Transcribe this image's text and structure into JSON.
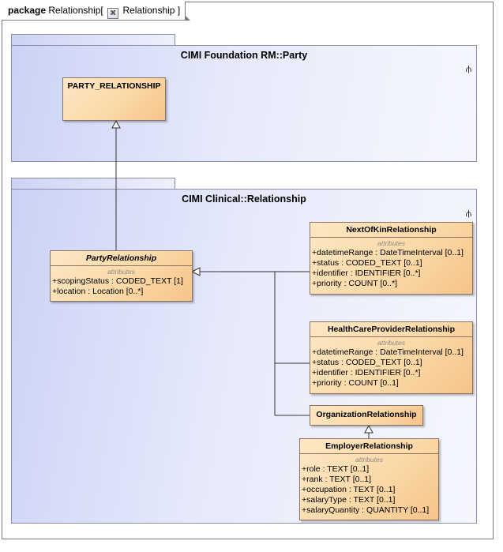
{
  "diagram": {
    "frame_keyword": "package",
    "frame_name": "Relationship[",
    "frame_ref": "Relationship",
    "frame_close": "]"
  },
  "packages": [
    {
      "id": "party",
      "title": "CIMI Foundation RM::Party",
      "icon": "package-structure-icon"
    },
    {
      "id": "clinical",
      "title": "CIMI Clinical::Relationship",
      "icon": "package-structure-icon"
    }
  ],
  "classes": [
    {
      "id": "party_relationship",
      "name": "PARTY_RELATIONSHIP",
      "abstract": false,
      "attributes": []
    },
    {
      "id": "party_rel",
      "name": "PartyRelationship",
      "abstract": true,
      "attributes_label": "attributes",
      "attributes": [
        {
          "vis": "+",
          "name": "scopingStatus",
          "type": "CODED_TEXT [1]"
        },
        {
          "vis": "+",
          "name": "location",
          "type": "Location [0..*]"
        }
      ]
    },
    {
      "id": "next_of_kin",
      "name": "NextOfKinRelationship",
      "abstract": false,
      "attributes_label": "attributes",
      "attributes": [
        {
          "vis": "+",
          "name": "datetimeRange",
          "type": "DateTimeInterval [0..1]"
        },
        {
          "vis": "+",
          "name": "status",
          "type": "CODED_TEXT [0..1]"
        },
        {
          "vis": "+",
          "name": "identifier",
          "type": "IDENTIFIER [0..*]"
        },
        {
          "vis": "+",
          "name": "priority",
          "type": "COUNT [0..*]"
        }
      ]
    },
    {
      "id": "health_care",
      "name": "HealthCareProviderRelationship",
      "abstract": false,
      "attributes_label": "attributes",
      "attributes": [
        {
          "vis": "+",
          "name": "datetimeRange",
          "type": "DateTimeInterval [0..1]"
        },
        {
          "vis": "+",
          "name": "status",
          "type": "CODED_TEXT [0..1]"
        },
        {
          "vis": "+",
          "name": "identifier",
          "type": "IDENTIFIER [0..*]"
        },
        {
          "vis": "+",
          "name": "priority",
          "type": "COUNT [0..1]"
        }
      ]
    },
    {
      "id": "organization",
      "name": "OrganizationRelationship",
      "abstract": false,
      "attributes": []
    },
    {
      "id": "employer",
      "name": "EmployerRelationship",
      "abstract": false,
      "attributes_label": "attributes",
      "attributes": [
        {
          "vis": "+",
          "name": "role",
          "type": "TEXT [0..1]"
        },
        {
          "vis": "+",
          "name": "rank",
          "type": "TEXT [0..1]"
        },
        {
          "vis": "+",
          "name": "occupation",
          "type": "TEXT [0..1]"
        },
        {
          "vis": "+",
          "name": "salaryType",
          "type": "TEXT [0..1]"
        },
        {
          "vis": "+",
          "name": "salaryQuantity",
          "type": "QUANTITY [0..1]"
        }
      ]
    }
  ],
  "generalizations": [
    {
      "child": "PartyRelationship",
      "parent": "PARTY_RELATIONSHIP"
    },
    {
      "child": "NextOfKinRelationship",
      "parent": "PartyRelationship"
    },
    {
      "child": "HealthCareProviderRelationship",
      "parent": "PartyRelationship"
    },
    {
      "child": "OrganizationRelationship",
      "parent": "PartyRelationship"
    },
    {
      "child": "EmployerRelationship",
      "parent": "OrganizationRelationship"
    }
  ]
}
